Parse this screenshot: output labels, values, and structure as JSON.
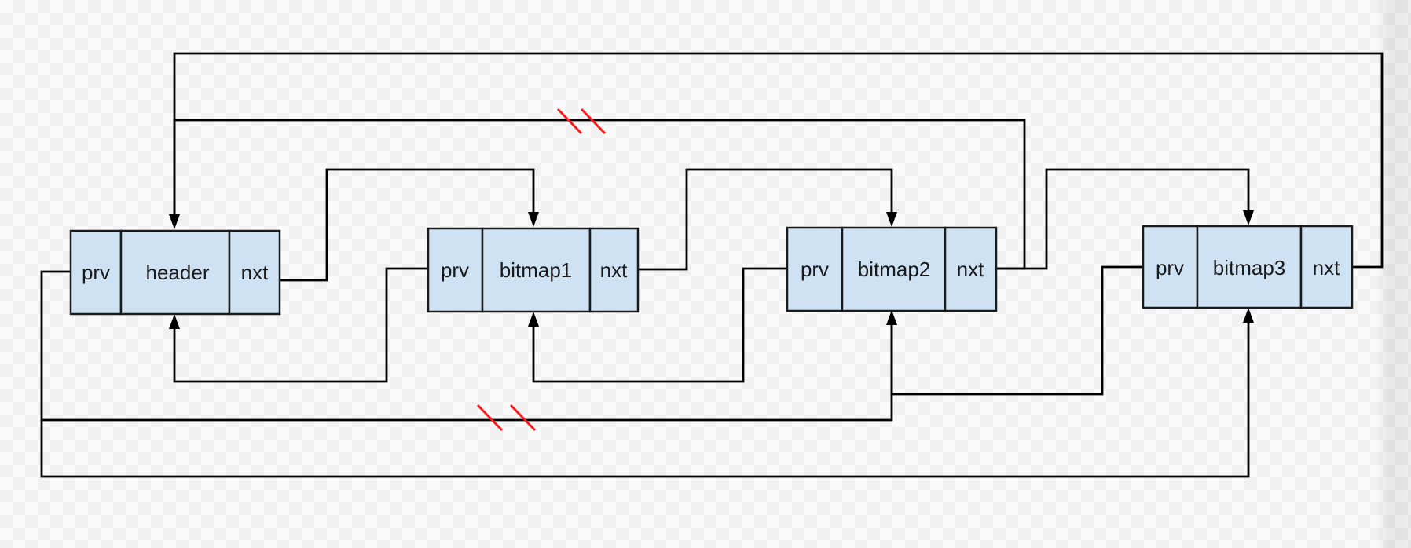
{
  "nodes": [
    {
      "id": "header",
      "prev_label": "prv",
      "name": "header",
      "next_label": "nxt"
    },
    {
      "id": "bitmap1",
      "prev_label": "prv",
      "name": "bitmap1",
      "next_label": "nxt"
    },
    {
      "id": "bitmap2",
      "prev_label": "prv",
      "name": "bitmap2",
      "next_label": "nxt"
    },
    {
      "id": "bitmap3",
      "prev_label": "prv",
      "name": "bitmap3",
      "next_label": "nxt"
    }
  ],
  "links": [
    {
      "id": "header-nxt-to-bitmap1",
      "from": "header.nxt",
      "to": "bitmap1",
      "broken": false
    },
    {
      "id": "bitmap1-prv-to-header",
      "from": "bitmap1.prv",
      "to": "header",
      "broken": false
    },
    {
      "id": "bitmap1-nxt-to-bitmap2",
      "from": "bitmap1.nxt",
      "to": "bitmap2",
      "broken": false
    },
    {
      "id": "bitmap2-prv-to-bitmap1",
      "from": "bitmap2.prv",
      "to": "bitmap1",
      "broken": false
    },
    {
      "id": "bitmap2-nxt-to-bitmap3",
      "from": "bitmap2.nxt",
      "to": "bitmap3",
      "broken": false
    },
    {
      "id": "bitmap3-prv-to-bitmap2",
      "from": "bitmap3.prv",
      "to": "bitmap2",
      "broken": false
    },
    {
      "id": "bitmap3-nxt-to-header",
      "from": "bitmap3.nxt",
      "to": "header",
      "broken": false
    },
    {
      "id": "header-prv-to-bitmap3",
      "from": "header.prv",
      "to": "bitmap3",
      "broken": false
    },
    {
      "id": "bitmap2-nxt-to-header",
      "from": "bitmap2.nxt",
      "to": "header",
      "broken": true
    },
    {
      "id": "header-prv-to-bitmap2",
      "from": "header.prv",
      "to": "bitmap2",
      "broken": true
    }
  ],
  "colors": {
    "node_fill": "#cfe2f3",
    "line": "#000000",
    "broken_mark": "#ff1a1a"
  }
}
